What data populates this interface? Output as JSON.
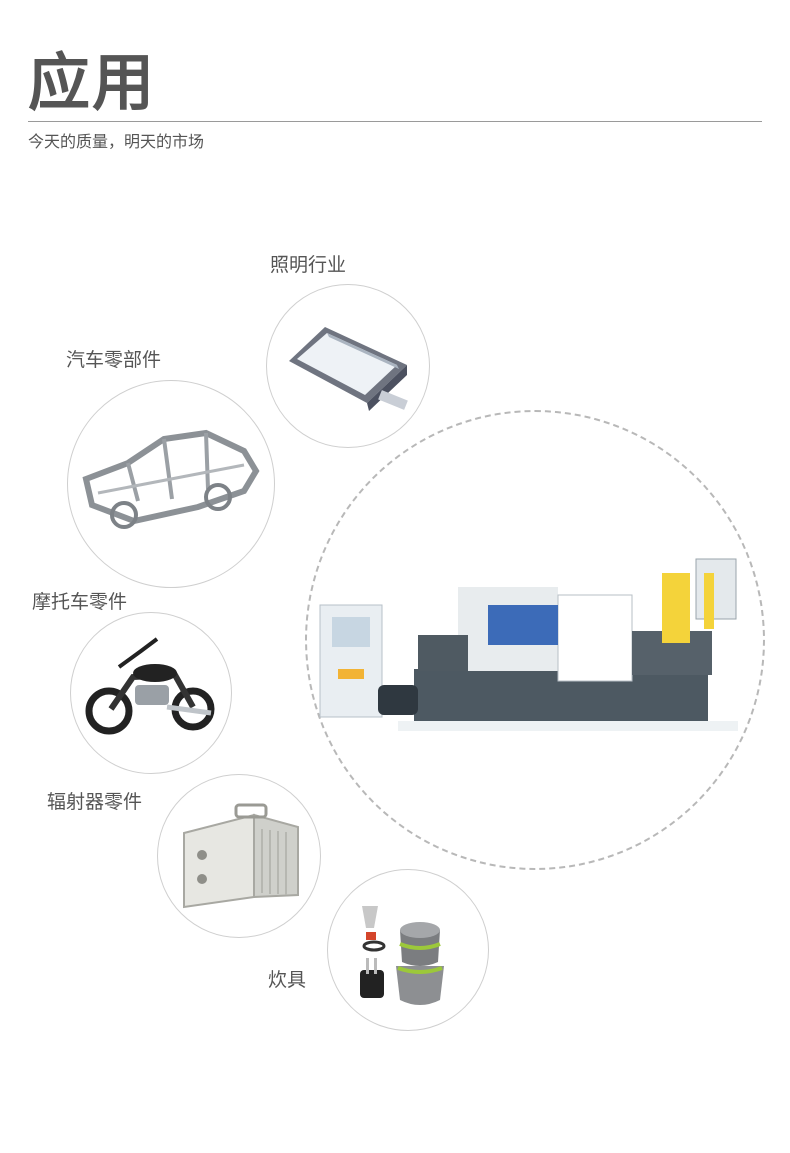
{
  "header": {
    "title": "应用",
    "subtitle": "今天的质量，明天的市场"
  },
  "applications": [
    {
      "label": "照明行业",
      "icon": "street-light"
    },
    {
      "label": "汽车零部件",
      "icon": "car-body-frame"
    },
    {
      "label": "摩托车零件",
      "icon": "motorcycle"
    },
    {
      "label": "辐射器零件",
      "icon": "radiator-housing"
    },
    {
      "label": "炊具",
      "icon": "cookware-set"
    }
  ],
  "center": {
    "icon": "die-casting-machine"
  }
}
